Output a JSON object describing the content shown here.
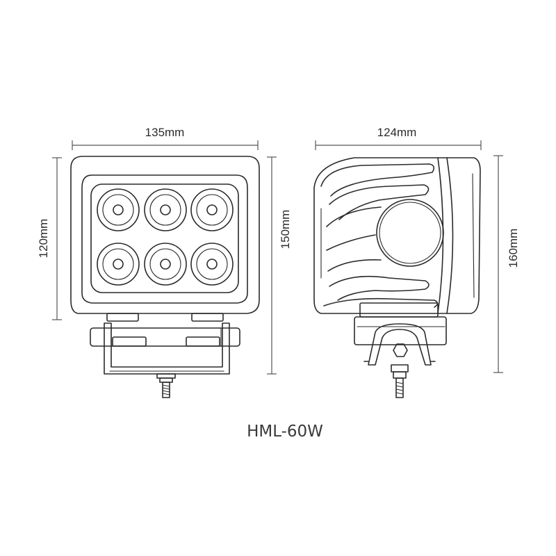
{
  "front_view": {
    "width_label": "135mm",
    "lens_height_label": "120mm",
    "total_height_label": "150mm",
    "led_count": 6
  },
  "side_view": {
    "depth_label": "124mm",
    "total_height_label": "160mm"
  },
  "model_label": "HML-60W",
  "colors": {
    "line": "#2a2a2a",
    "background": "#ffffff"
  }
}
